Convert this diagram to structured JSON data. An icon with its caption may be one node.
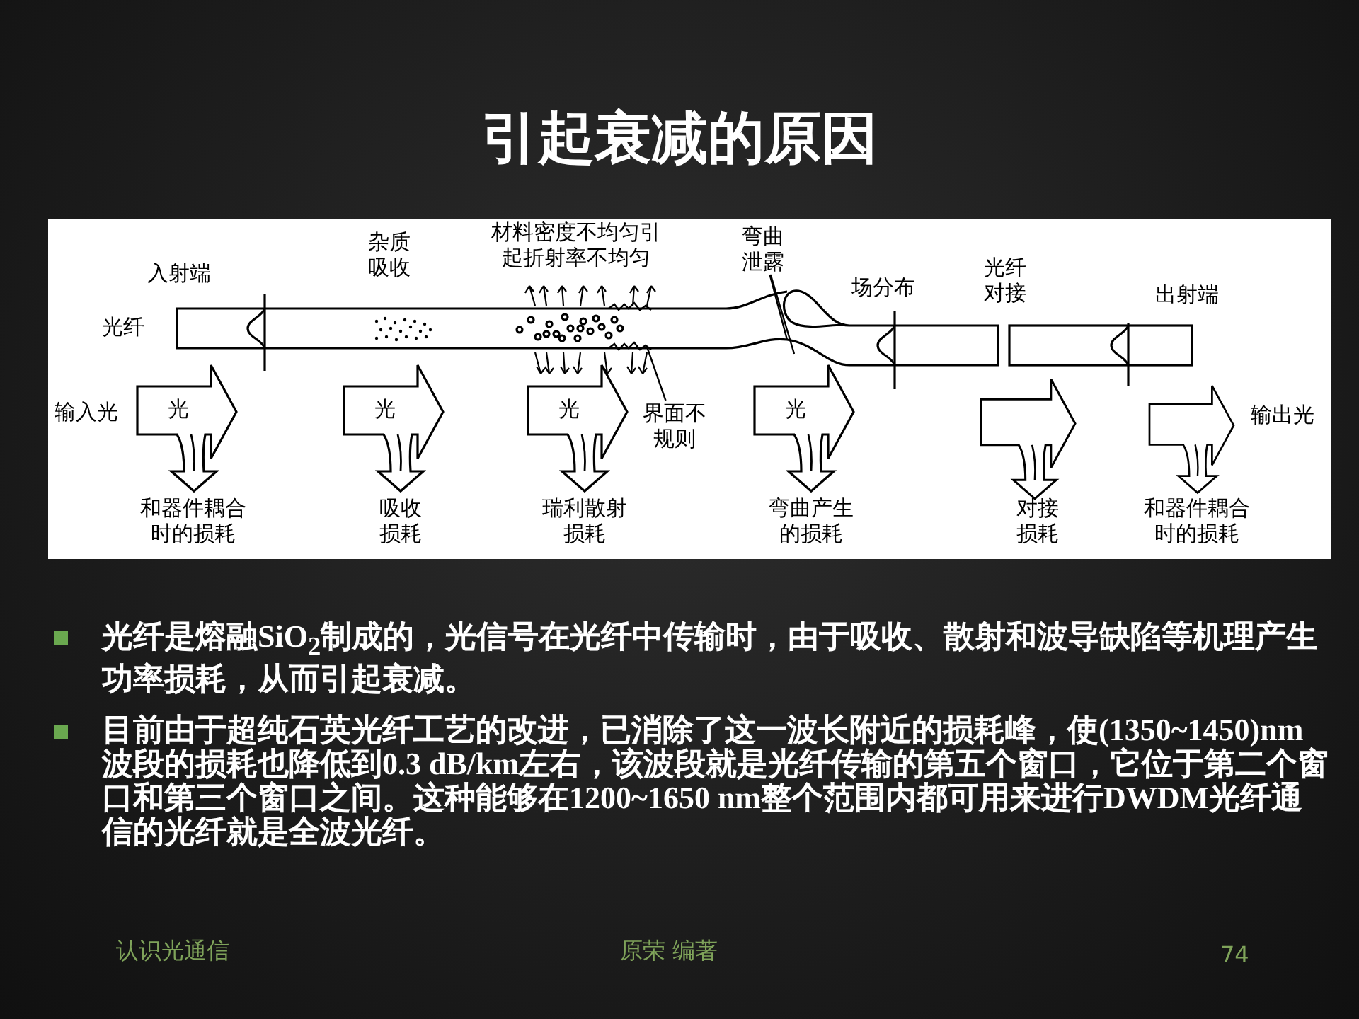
{
  "diagram": {
    "title": "引起衰减的原因",
    "nodes": [
      {
        "text": [
          "光"
        ],
        "beside": [
          "输入光",
          "和器件耦合时的损耗"
        ]
      },
      {
        "text": [
          "光"
        ],
        "beside": [
          "吸收损耗"
        ]
      },
      {
        "text": [
          "光"
        ],
        "beside": [
          "瑞利散射损耗"
        ]
      },
      {
        "text": [
          "光"
        ],
        "beside": [
          "弯曲产生的损耗"
        ]
      },
      {
        "text": [],
        "shape": "arrow",
        "beside": [
          "对接损耗"
        ]
      },
      {
        "text": [],
        "shape": "arrow",
        "beside": [
          "输出光",
          "和器件耦合时的损耗"
        ]
      },
      {
        "text": [
          "界面不规则"
        ]
      },
      {
        "text": [
          "弯曲泄露"
        ]
      }
    ],
    "edges": [
      {
        "from": 6,
        "to": null,
        "arrow": "none"
      },
      {
        "from": 7,
        "to": null,
        "arrow": "none"
      },
      {
        "from": 7,
        "to": null,
        "arrow": "none"
      }
    ],
    "labels": [
      "杂质吸收",
      "材料密度不均匀引起折射率不均匀",
      "入射端",
      "场分布",
      "光纤对接",
      "出射端",
      "光纤",
      "光纤是熔融SiO$_{2}$制成的，光信号在光纤中传输时，由于吸收、散射和波导缺陷等机理产生功率损耗，从而引起衰减。",
      "目前由于超纯石英光纤工艺的改进，已消除了这一波长附近的损耗峰，使(1350~1450)nm波段的损耗也降低到0.3 dB/km左右，该波段就是光纤传输的第五个窗口，它位于第二个窗口和第三个窗口之间。这种能够在1200~1650 nm整个范围内都可用来进行DWDM光纤通信的光纤就是全波光纤。",
      "认识光通信",
      "原荣 编著",
      "74"
    ]
  }
}
